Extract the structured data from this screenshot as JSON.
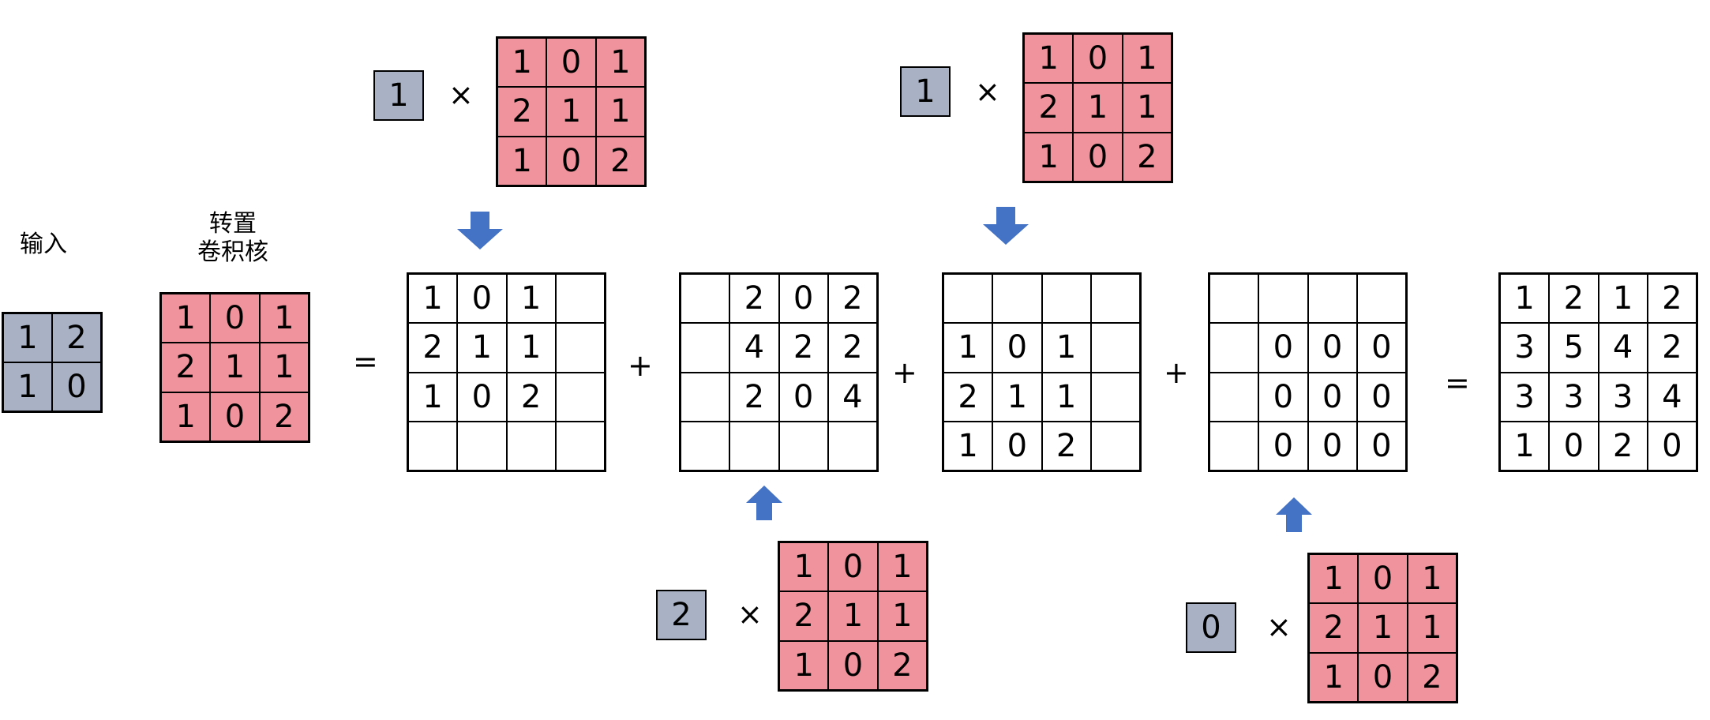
{
  "labels": {
    "input": "输入",
    "kernel_line1": "转置",
    "kernel_line2": "卷积核"
  },
  "operators": {
    "times": "×",
    "plus": "+",
    "equals": "="
  },
  "input_matrix": [
    [
      "1",
      "2"
    ],
    [
      "1",
      "0"
    ]
  ],
  "kernel": [
    [
      "1",
      "0",
      "1"
    ],
    [
      "2",
      "1",
      "1"
    ],
    [
      "1",
      "0",
      "2"
    ]
  ],
  "scalars": [
    "1",
    "1",
    "2",
    "0"
  ],
  "partials": [
    [
      [
        "1",
        "0",
        "1",
        ""
      ],
      [
        "2",
        "1",
        "1",
        ""
      ],
      [
        "1",
        "0",
        "2",
        ""
      ],
      [
        "",
        "",
        "",
        ""
      ]
    ],
    [
      [
        "",
        "2",
        "0",
        "2"
      ],
      [
        "",
        "4",
        "2",
        "2"
      ],
      [
        "",
        "2",
        "0",
        "4"
      ],
      [
        "",
        "",
        "",
        ""
      ]
    ],
    [
      [
        "",
        "",
        "",
        ""
      ],
      [
        "1",
        "0",
        "1",
        ""
      ],
      [
        "2",
        "1",
        "1",
        ""
      ],
      [
        "1",
        "0",
        "2",
        ""
      ]
    ],
    [
      [
        "",
        "",
        "",
        ""
      ],
      [
        "",
        "0",
        "0",
        "0"
      ],
      [
        "",
        "0",
        "0",
        "0"
      ],
      [
        "",
        "0",
        "0",
        "0"
      ]
    ]
  ],
  "result": [
    [
      "1",
      "2",
      "1",
      "2"
    ],
    [
      "3",
      "5",
      "4",
      "2"
    ],
    [
      "3",
      "3",
      "3",
      "4"
    ],
    [
      "1",
      "0",
      "2",
      "0"
    ]
  ],
  "colors": {
    "kernel_fill": "#F0939C",
    "input_fill": "#A8B2C4",
    "arrow_fill": "#4472C4"
  },
  "icons": {
    "arrow_down": "arrow-down-icon",
    "arrow_up": "arrow-up-icon"
  }
}
